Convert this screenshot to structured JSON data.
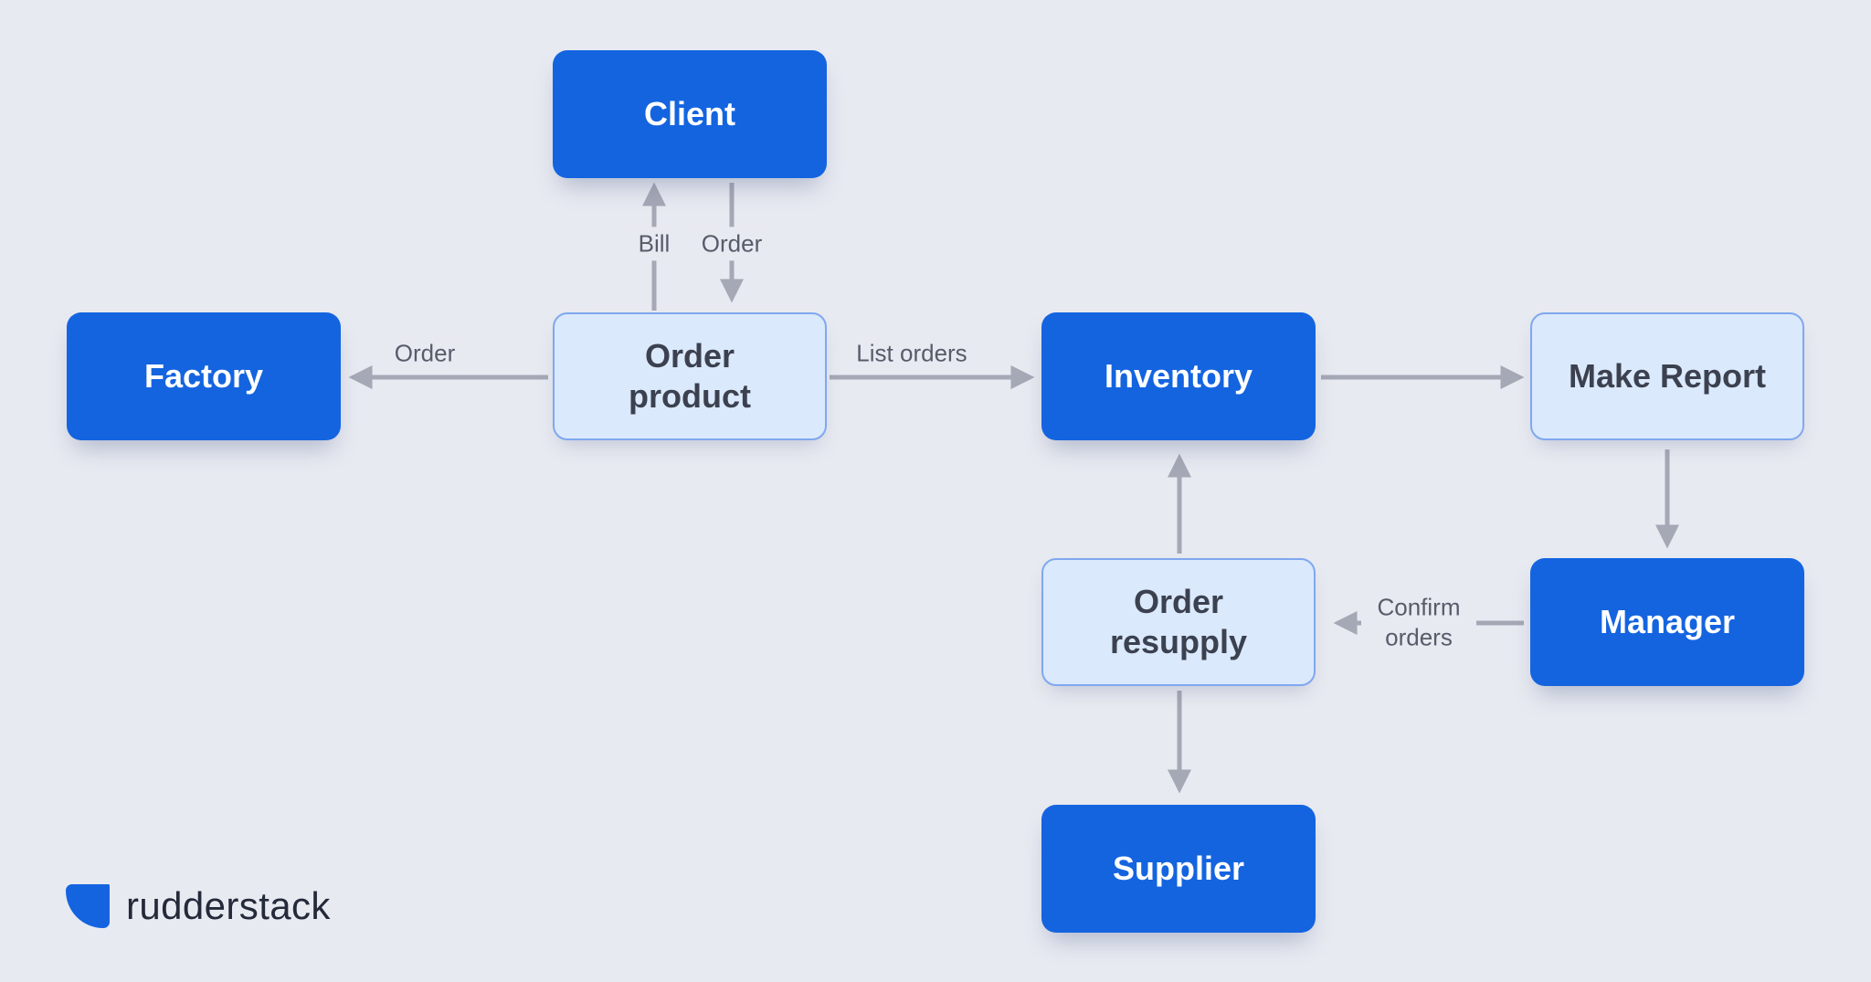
{
  "diagram": {
    "type": "flowchart",
    "background": "#E8EAF1",
    "colors": {
      "primary_node_fill": "#1464E0",
      "primary_node_text": "#FFFFFF",
      "secondary_node_fill": "#DBE9FC",
      "secondary_node_border": "#7FA8EF",
      "secondary_node_text": "#3B414F",
      "arrow": "#A5A8B5",
      "edge_label_text": "#575C6A"
    },
    "nodes": {
      "client": {
        "label": "Client",
        "style": "primary"
      },
      "factory": {
        "label": "Factory",
        "style": "primary"
      },
      "order_product": {
        "label": "Order product",
        "style": "secondary"
      },
      "inventory": {
        "label": "Inventory",
        "style": "primary"
      },
      "make_report": {
        "label": "Make Report",
        "style": "secondary"
      },
      "order_resupply": {
        "label": "Order resupply",
        "style": "secondary"
      },
      "manager": {
        "label": "Manager",
        "style": "primary"
      },
      "supplier": {
        "label": "Supplier",
        "style": "primary"
      }
    },
    "edges": {
      "bill": {
        "label": "Bill",
        "from": "order_product",
        "to": "client"
      },
      "order_from_client": {
        "label": "Order",
        "from": "client",
        "to": "order_product"
      },
      "order_to_factory": {
        "label": "Order",
        "from": "order_product",
        "to": "factory"
      },
      "list_orders": {
        "label": "List orders",
        "from": "order_product",
        "to": "inventory"
      },
      "inventory_to_make_report": {
        "label": "",
        "from": "inventory",
        "to": "make_report"
      },
      "make_report_to_manager": {
        "label": "",
        "from": "make_report",
        "to": "manager"
      },
      "confirm_orders": {
        "label": "Confirm orders",
        "from": "manager",
        "to": "order_resupply"
      },
      "resupply_to_inventory": {
        "label": "",
        "from": "order_resupply",
        "to": "inventory"
      },
      "resupply_to_supplier": {
        "label": "",
        "from": "order_resupply",
        "to": "supplier"
      }
    },
    "logo": {
      "text": "rudderstack"
    }
  }
}
